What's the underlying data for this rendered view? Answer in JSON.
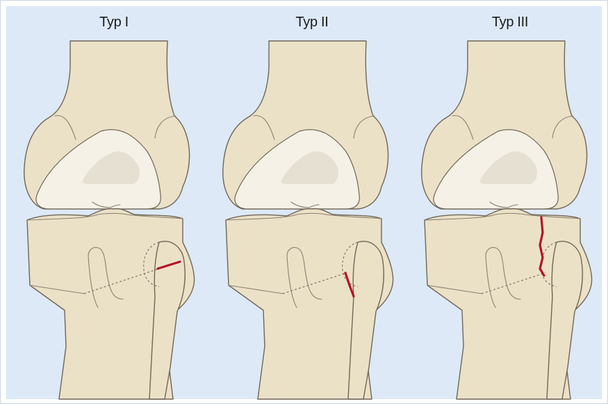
{
  "panels": [
    {
      "title": "Typ I",
      "fracture": "type-1",
      "fracture_color": "#b4122c"
    },
    {
      "title": "Typ II",
      "fracture": "type-2",
      "fracture_color": "#b4122c"
    },
    {
      "title": "Typ III",
      "fracture": "type-3",
      "fracture_color": "#b4122c"
    }
  ],
  "colors": {
    "background": "#dde9f7",
    "bone": "#ebe1c7",
    "cartilage": "#f6f2e6",
    "fracture": "#b4122c"
  }
}
